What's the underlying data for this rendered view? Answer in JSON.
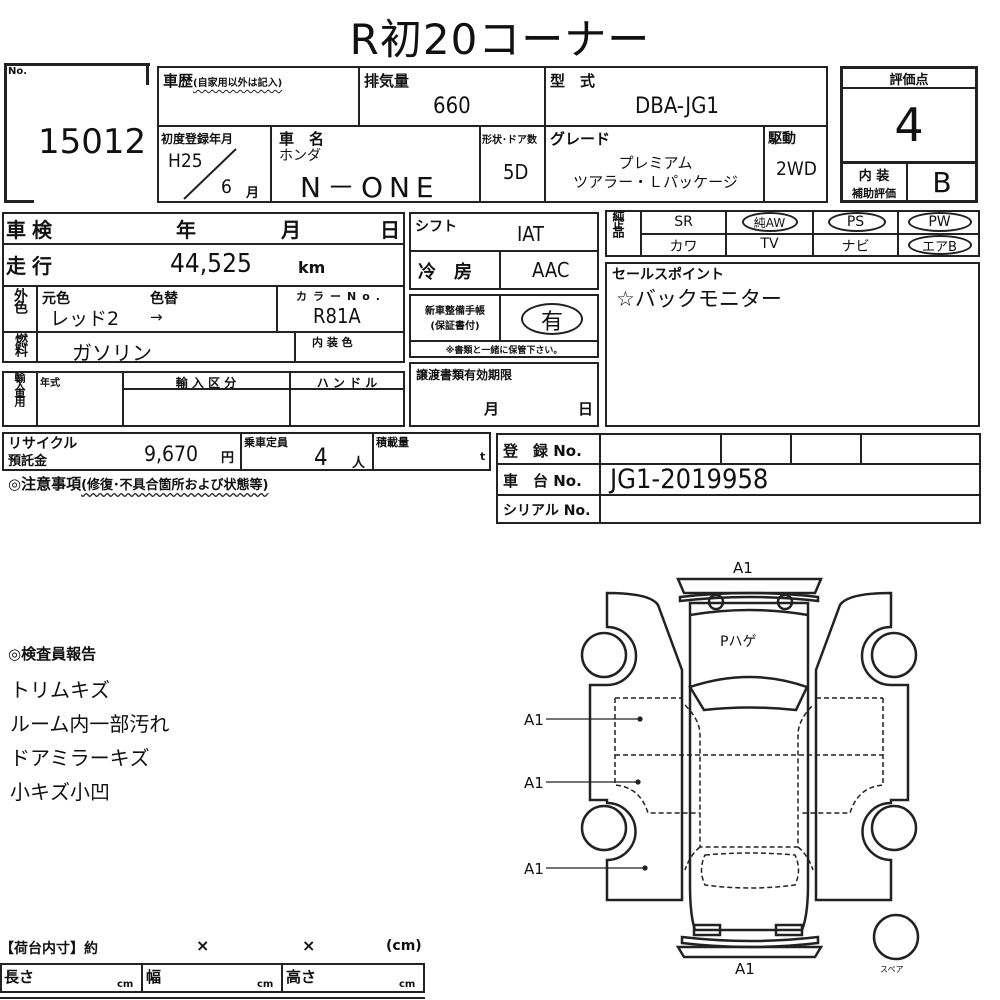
{
  "title": "R初20コーナー",
  "lot": {
    "label": "No.",
    "value": "15012"
  },
  "history": {
    "label": "車歴",
    "note": "(自家用以外は記入)",
    "value": ""
  },
  "displacement": {
    "label": "排気量",
    "value": "660"
  },
  "model_code": {
    "label": "型　式",
    "value": "DBA-JG1"
  },
  "first_registration": {
    "label": "初度登録年月",
    "era_year": "H25",
    "month": "6",
    "month_unit": "月"
  },
  "car_name": {
    "label": "車　名",
    "maker": "ホンダ",
    "value": "N－ONE"
  },
  "body_doors": {
    "label": "形状･ドア数",
    "value": "5D"
  },
  "grade": {
    "label": "グレード",
    "line1": "プレミアム",
    "line2": "ツアラー・Ｌパッケージ"
  },
  "drive": {
    "label": "駆動",
    "value": "2WD"
  },
  "score": {
    "label": "評価点",
    "value": "4",
    "interior_label_1": "内 装",
    "interior_label_2": "補助評価",
    "interior_value": "B"
  },
  "inspection": {
    "label": "車検",
    "year": "年",
    "month": "月",
    "day": "日"
  },
  "mileage": {
    "label": "走行",
    "value": "44,525",
    "unit": "km"
  },
  "exterior_color": {
    "side_label": "外色",
    "original_label": "元色",
    "changed_label": "色替",
    "original_value": "レッド2",
    "arrow": "→",
    "color_no_label": "カラーNo.",
    "color_no_value": "R81A"
  },
  "fuel": {
    "side_label": "燃料",
    "value": "ガソリン",
    "interior_color_label": "内 装 色",
    "interior_color_value": ""
  },
  "import": {
    "side_label": "輸入車用",
    "year_label": "年式",
    "category_label": "輸 入 区 分",
    "handle_label": "ハ ン ド ル"
  },
  "shift": {
    "label": "シフト",
    "value": "IAT"
  },
  "ac": {
    "label": "冷　房",
    "value": "AAC"
  },
  "service_book": {
    "label_1": "新車整備手帳",
    "label_2": "(保証書付)",
    "value": "有",
    "note": "※書類と一緒に保管下さい。"
  },
  "transfer_docs": {
    "label": "譲渡書類有効期限",
    "month": "月",
    "day": "日"
  },
  "genuine_parts": {
    "side_label": "純正品",
    "row1": [
      {
        "label": "SR",
        "circled": false
      },
      {
        "label": "純AW",
        "circled": true
      },
      {
        "label": "PS",
        "circled": true
      },
      {
        "label": "PW",
        "circled": true
      }
    ],
    "row2": [
      {
        "label": "カワ",
        "circled": false
      },
      {
        "label": "TV",
        "circled": false
      },
      {
        "label": "ナビ",
        "circled": false
      },
      {
        "label": "エアB",
        "circled": true
      }
    ]
  },
  "sales_point": {
    "label": "セールスポイント",
    "value": "☆バックモニター"
  },
  "recycle": {
    "label_1": "リサイクル",
    "label_2": "預託金",
    "value": "9,670",
    "unit": "円"
  },
  "capacity": {
    "label": "乗車定員",
    "value": "4",
    "unit": "人"
  },
  "load": {
    "label": "積載量",
    "unit": "t"
  },
  "notes_header": {
    "label": "◎注意事項",
    "note": "(修復･不具合箇所および状態等)"
  },
  "registration": {
    "reg_label": "登　録 No.",
    "chassis_label": "車　台 No.",
    "chassis_value": "JG1-2019958",
    "serial_label": "シリアル No."
  },
  "inspector_report": {
    "title": "◎検査員報告",
    "items": [
      "トリムキズ",
      "ルーム内一部汚れ",
      "ドアミラーキズ",
      "小キズ小凹"
    ]
  },
  "cargo": {
    "title": "【荷台内寸】約",
    "times1": "×",
    "times2": "×",
    "unit_paren": "(cm)",
    "length_label": "長さ",
    "width_label": "幅",
    "height_label": "高さ",
    "cm": "cm"
  },
  "diagram": {
    "front_mark": "A1",
    "rear_mark": "A1",
    "left_marks": [
      "A1",
      "A1",
      "A1"
    ],
    "hood_note": "Pハゲ",
    "spare_label": "スペア"
  }
}
